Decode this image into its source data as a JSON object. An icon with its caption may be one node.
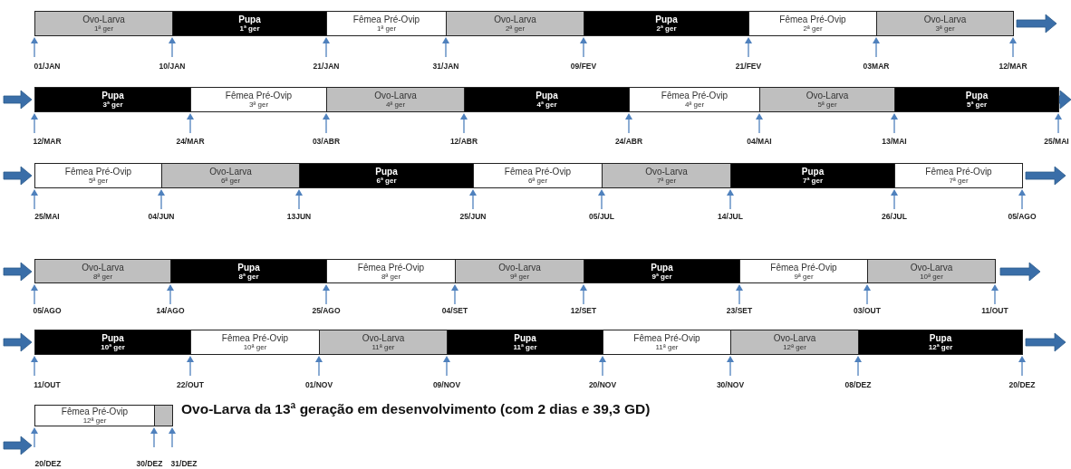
{
  "diagram": {
    "nodes": [
      {
        "text": [
          "Ovo-Larva",
          "1ª ger"
        ]
      },
      {
        "text": [
          "Pupa",
          "1ª ger"
        ]
      },
      {
        "text": [
          "Fêmea Pré-Ovip",
          "1ª ger"
        ]
      },
      {
        "text": [
          "Ovo-Larva",
          "2ª ger"
        ]
      },
      {
        "text": [
          "Pupa",
          "2ª ger"
        ]
      },
      {
        "text": [
          "Fêmea Pré-Ovip",
          "2ª ger"
        ]
      },
      {
        "text": [
          "Ovo-Larva",
          "3ª ger"
        ]
      },
      {
        "text": [
          "Pupa",
          "3ª ger"
        ]
      },
      {
        "text": [
          "Fêmea Pré-Ovip",
          "3ª ger"
        ]
      },
      {
        "text": [
          "Ovo-Larva",
          "4ª ger"
        ]
      },
      {
        "text": [
          "Pupa",
          "4ª ger"
        ]
      },
      {
        "text": [
          "Fêmea Pré-Ovip",
          "4ª ger"
        ]
      },
      {
        "text": [
          "Ovo-Larva",
          "5ª ger"
        ]
      },
      {
        "text": [
          "Pupa",
          "5ª ger"
        ]
      },
      {
        "text": [
          "Fêmea Pré-Ovip",
          "5ª ger"
        ]
      },
      {
        "text": [
          "Ovo-Larva",
          "6ª ger"
        ]
      },
      {
        "text": [
          "Pupa",
          "6ª ger"
        ]
      },
      {
        "text": [
          "Fêmea Pré-Ovip",
          "6ª ger"
        ]
      },
      {
        "text": [
          "Ovo-Larva",
          "7ª ger"
        ]
      },
      {
        "text": [
          "Pupa",
          "7ª ger"
        ]
      },
      {
        "text": [
          "Fêmea Pré-Ovip",
          "7ª ger"
        ]
      },
      {
        "text": [
          "Ovo-Larva",
          "8ª ger"
        ]
      },
      {
        "text": [
          "Pupa",
          "8ª ger"
        ]
      },
      {
        "text": [
          "Fêmea Pré-Ovip",
          "8ª ger"
        ]
      },
      {
        "text": [
          "Ovo-Larva",
          "9ª ger"
        ]
      },
      {
        "text": [
          "Pupa",
          "9ª ger"
        ]
      },
      {
        "text": [
          "Fêmea Pré-Ovip",
          "9ª ger"
        ]
      },
      {
        "text": [
          "Ovo-Larva",
          "10ª ger"
        ]
      },
      {
        "text": [
          "Pupa",
          "10ª ger"
        ]
      },
      {
        "text": [
          "Fêmea Pré-Ovip",
          "10ª ger"
        ]
      },
      {
        "text": [
          "Ovo-Larva",
          "11ª ger"
        ]
      },
      {
        "text": [
          "Pupa",
          "11ª ger"
        ]
      },
      {
        "text": [
          "Fêmea Pré-Ovip",
          "11ª ger"
        ]
      },
      {
        "text": [
          "Ovo-Larva",
          "12ª ger"
        ]
      },
      {
        "text": [
          "Pupa",
          "12ª ger"
        ]
      },
      {
        "text": [
          "Fêmea Pré-Ovip",
          "12ª ger"
        ]
      },
      {
        "text": [],
        "shape": "box"
      }
    ],
    "labels": [
      "01/JAN",
      "10/JAN",
      "21/JAN",
      "31/JAN",
      "09/FEV",
      "21/FEV",
      "03MAR",
      "12/MAR",
      "12/MAR",
      "24/MAR",
      "03/ABR",
      "12/ABR",
      "24/ABR",
      "04/MAI",
      "13/MAI",
      "25/MAI",
      "25/MAI",
      "04/JUN",
      "13JUN",
      "25/JUN",
      "05/JUL",
      "14/JUL",
      "26/JUL",
      "05/AGO",
      "05/AGO",
      "14/AGO",
      "25/AGO",
      "04/SET",
      "12/SET",
      "23/SET",
      "03/OUT",
      "11/OUT",
      "11/OUT",
      "22/OUT",
      "01/NOV",
      "09/NOV",
      "20/NOV",
      "30/NOV",
      "08/DEZ",
      "20/DEZ",
      "Ovo-Larva da 13ª geração em desenvolvimento (com 2 dias e 39,3 GD)",
      "20/DEZ",
      "30/DEZ",
      "31/DEZ"
    ]
  }
}
